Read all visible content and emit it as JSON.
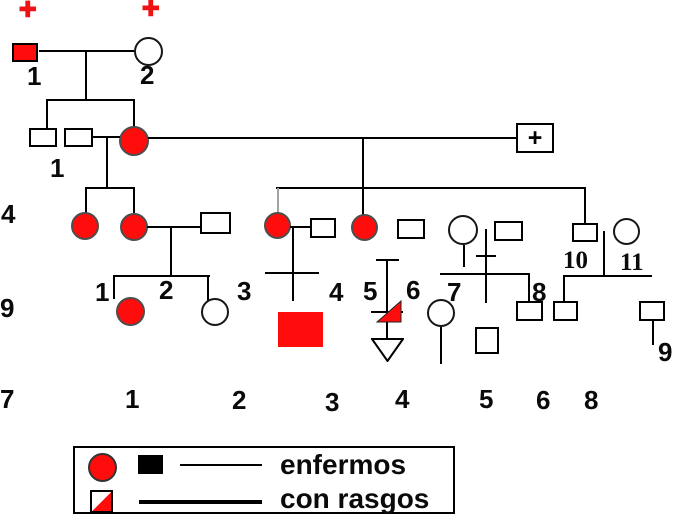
{
  "diagram": {
    "type": "pedigree",
    "generation1": {
      "father_plus": "+",
      "mother_plus": "+",
      "affected_father_no": "1",
      "mother_no": "2"
    },
    "generation2": {
      "couple_no": "1",
      "consort_plus": "+"
    },
    "row_labels": {
      "generation3": "4",
      "generation4": "9",
      "generation5": "7"
    },
    "generation4_sib_numbers": [
      "1",
      "2",
      "3",
      "4",
      "5",
      "6",
      "7",
      "8"
    ],
    "right_couple_numbers": [
      "10",
      "11"
    ],
    "right_child_no": "9",
    "generation5_numbers": [
      "1",
      "2",
      "3",
      "4",
      "5",
      "6",
      "8"
    ]
  },
  "legend": {
    "affected_label": "enfermos",
    "carrier_label": "con rasgos"
  },
  "colors": {
    "affected_red": "#fe0d0c",
    "plus_red": "#ee1416",
    "line_black": "#000000",
    "gray_line": "#a3a3a3"
  }
}
